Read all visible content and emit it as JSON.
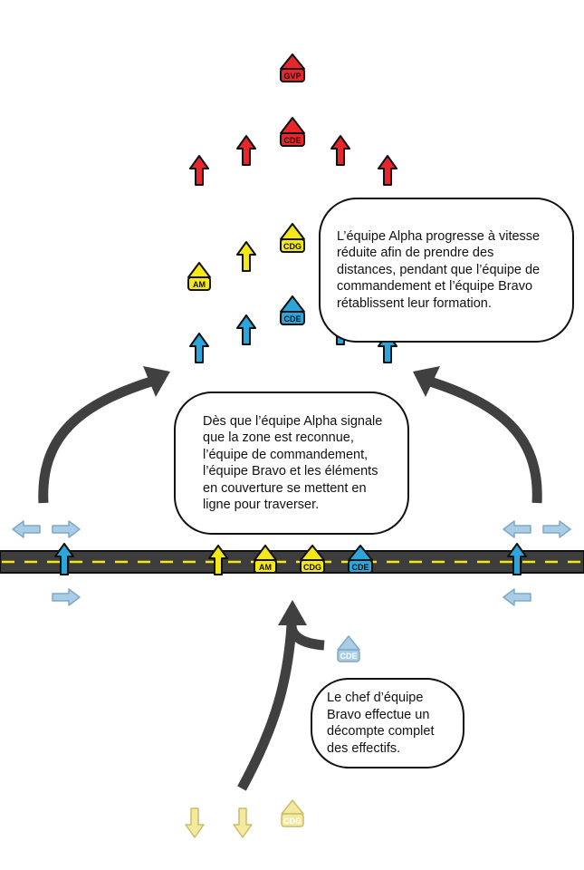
{
  "colors": {
    "red": "#e8262c",
    "yellow": "#f5e814",
    "blue": "#2aa6dc",
    "pale_yellow": "#f3eaa0",
    "pale_blue": "#a9cde6",
    "road": "#3d3d3d",
    "lane_marking": "#f5e814",
    "movement_arrow": "#404040"
  },
  "units": {
    "gvp": "GVP",
    "cde": "CDE",
    "cdg": "CDG",
    "am": "AM"
  },
  "callouts": {
    "alpha": "L’équipe Alpha progresse à vitesse\nréduite afin de prendre des\ndistances, pendant que l’équipe de\ncommandement et l’équipe Bravo\nrétablissent leur formation.",
    "crossing": "Dès que l’équipe Alpha signale\nque la zone est reconnue,\nl’équipe de commandement,\nl’équipe Bravo et les éléments\nen couverture se mettent en\nligne pour traverser.",
    "bravo": "Le chef d’équipe\nBravo effectue un\ndécompte complet\ndes effectifs."
  }
}
